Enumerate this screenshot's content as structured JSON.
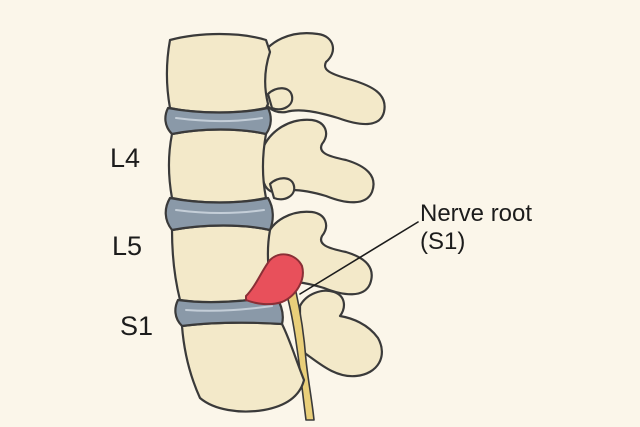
{
  "labels": {
    "l4": "L4",
    "l5": "L5",
    "s1": "S1"
  },
  "callout": {
    "line1": "Nerve root",
    "line2": "(S1)"
  },
  "colors": {
    "background": "#fbf6ea",
    "bone_fill": "#f3e9c9",
    "bone_outline": "#3a3a3a",
    "disc_fill": "#8a99a8",
    "herniation": "#e8505b",
    "nerve": "#e9cf7a"
  }
}
